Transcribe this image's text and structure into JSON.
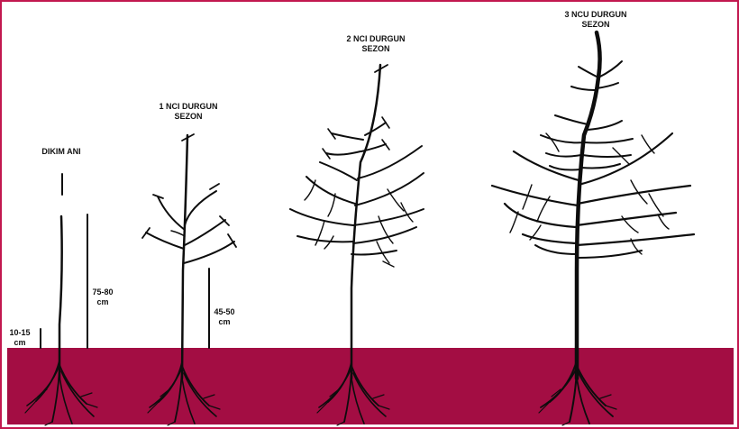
{
  "colors": {
    "frame": "#c2184f",
    "ground": "#a30d43",
    "tree": "#0d0d0d",
    "background": "#ffffff"
  },
  "stages": [
    {
      "title_line1": "DIKIM ANI",
      "title_line2": ""
    },
    {
      "title_line1": "1 NCI DURGUN",
      "title_line2": "SEZON"
    },
    {
      "title_line1": "2 NCI DURGUN",
      "title_line2": "SEZON"
    },
    {
      "title_line1": "3 NCU DURGUN",
      "title_line2": "SEZON"
    }
  ],
  "measurements": {
    "m1": {
      "value": "10-15",
      "unit": "cm"
    },
    "m2": {
      "value": "75-80",
      "unit": "cm"
    },
    "m3": {
      "value": "45-50",
      "unit": "cm"
    }
  }
}
